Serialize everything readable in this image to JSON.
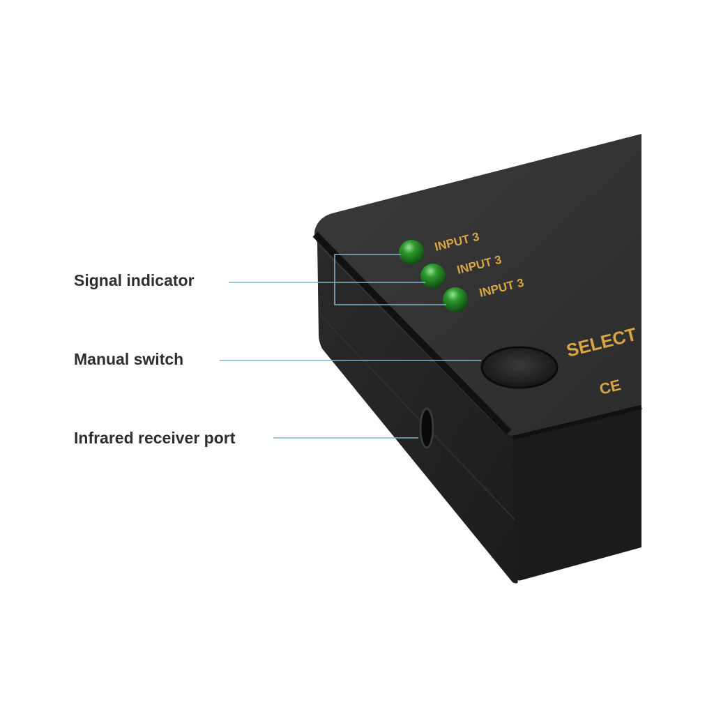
{
  "callouts": [
    {
      "label": "Signal indicator"
    },
    {
      "label": "Manual switch"
    },
    {
      "label": "Infrared receiver port"
    }
  ],
  "device": {
    "led_labels": [
      "INPUT 3",
      "INPUT 3",
      "INPUT 3"
    ],
    "select_label": "SELECT",
    "ce_mark": "CE",
    "led_color": "#2e9a2e",
    "print_color": "#d9a645",
    "body_color": "#262626"
  },
  "leader_line_color": "#7fb3c8"
}
